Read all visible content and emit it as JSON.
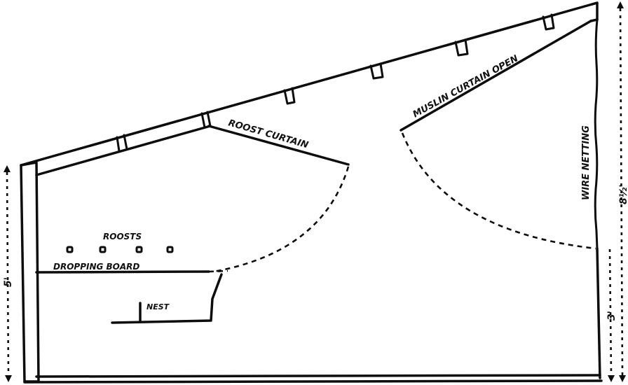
{
  "figure": {
    "type": "floor-plan-cross-section",
    "subject": "poultry house section",
    "ink_color": "#0d0d0d",
    "background_color": "#ffffff"
  },
  "labels": {
    "roost_curtain": "ROOST CURTAIN",
    "muslin_curtain": "MUSLIN CURTAIN  OPEN",
    "wire_netting": "WIRE NETTING",
    "roosts": "ROOSTS",
    "dropping_board": "DROPPING BOARD",
    "nest": "NEST"
  },
  "dimensions": {
    "left_height": "5'",
    "right_total_height": "8½'",
    "right_lower_height": "3'"
  },
  "roosts": {
    "count": 4
  },
  "rafters": {
    "count": 6
  }
}
